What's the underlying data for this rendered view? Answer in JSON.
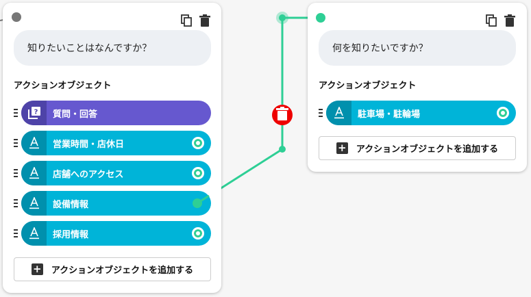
{
  "nodes": [
    {
      "message": "知りたいことはなんですか？",
      "section_label": "アクションオブジェクト",
      "items": [
        {
          "label": "質問・回答",
          "icon": "qa-icon",
          "color": "#6658cf",
          "port": "none"
        },
        {
          "label": "営業時間・店休日",
          "icon": "text-icon",
          "color": "#00b4d8",
          "port": "open"
        },
        {
          "label": "店舗へのアクセス",
          "icon": "text-icon",
          "color": "#00b4d8",
          "port": "open"
        },
        {
          "label": "設備情報",
          "icon": "text-icon",
          "color": "#00b4d8",
          "port": "connected"
        },
        {
          "label": "採用情報",
          "icon": "text-icon",
          "color": "#00b4d8",
          "port": "open"
        }
      ],
      "add_label": "アクションオブジェクトを追加する"
    },
    {
      "message": "何を知りたいですか？",
      "section_label": "アクションオブジェクト",
      "items": [
        {
          "label": "駐車場・駐輪場",
          "icon": "text-icon",
          "color": "#00b4d8",
          "port": "open"
        }
      ],
      "add_label": "アクションオブジェクトを追加する"
    }
  ],
  "colors": {
    "connector": "#2ecf95",
    "delete": "#ee0000",
    "text_item": "#00b4d8",
    "qa_item": "#6658cf"
  }
}
